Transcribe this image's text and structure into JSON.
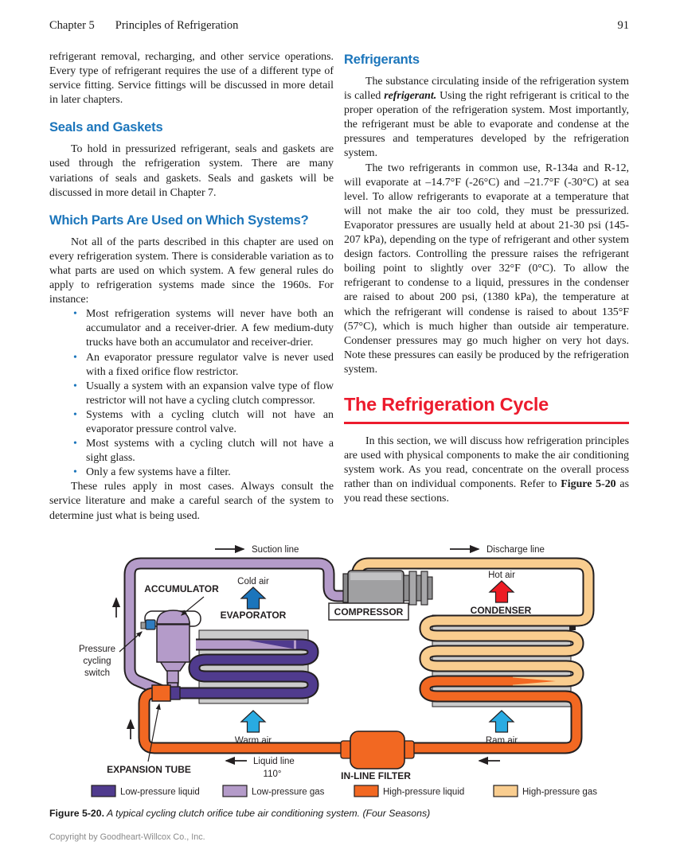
{
  "header": {
    "chapter": "Chapter 5",
    "title": "Principles of Refrigeration",
    "page_number": "91"
  },
  "left_column": {
    "continuation": "refrigerant removal, recharging, and other service operations. Every type of refrigerant requires the use of a different type of service fitting. Service fittings will be discussed in more detail in later chapters.",
    "seals": {
      "heading": "Seals and Gaskets",
      "body": "To hold in pressurized refrigerant, seals and gaskets are used through the refrigeration system. There are many variations of seals and gaskets. Seals and gaskets will be discussed in more detail in Chapter 7."
    },
    "which_parts": {
      "heading": "Which Parts Are Used on Which Systems?",
      "intro": "Not all of the parts described in this chapter are used on every refrigeration system. There is considerable variation as to what parts are used on which system. A few general rules do apply to refrigeration systems made since the 1960s. For instance:",
      "bullets": [
        "Most refrigeration systems will never have both an accumulator and a receiver-drier. A few medium-duty trucks have both an accumulator and receiver-drier.",
        "An evaporator pressure regulator valve is never used with a fixed orifice flow restrictor.",
        "Usually a system with an expansion valve type of flow restrictor will not have a cycling clutch compressor.",
        "Systems with a cycling clutch will not have an evaporator pressure control valve.",
        "Most systems with a cycling clutch will not have a sight glass.",
        "Only a few systems have a filter."
      ],
      "closing": "These rules apply in most cases. Always consult the service literature and make a careful search of the system to determine just what is being used."
    }
  },
  "right_column": {
    "refrigerants": {
      "heading": "Refrigerants",
      "p1_before": "The substance circulating inside of the refrigeration system is called ",
      "p1_term": "refrigerant.",
      "p1_after": " Using the right refrigerant is critical to the proper operation of the refrigeration system. Most importantly, the refrigerant must be able to evaporate and condense at the pressures and temperatures developed by the refrigeration system.",
      "p2": "The two refrigerants in common use, R-134a and R-12, will evaporate at –14.7°F (-26°C) and –21.7°F (-30°C) at sea level. To allow refrigerants to evaporate at a temperature that will not make the air too cold, they must be pressurized. Evaporator pressures are usually held at about 21-30 psi (145-207 kPa), depending on the type of refrigerant and other system design factors. Controlling the pressure raises the refrigerant boiling point to slightly over 32°F (0°C). To allow the refrigerant to condense to a liquid, pressures in the condenser are raised to about 200 psi, (1380 kPa), the temperature at which the refrigerant will condense is raised to about 135°F (57°C), which is much higher than outside air temperature. Condenser pressures may go much higher on very hot days. Note these pressures can easily be produced by the refrigeration system."
    },
    "cycle": {
      "heading": "The Refrigeration Cycle",
      "p_before": "In this section, we will discuss how refrigeration principles are used with physical components to make the air conditioning system work. As you read, concentrate on the overall process rather than on individual components. Refer to ",
      "p_figref": "Figure 5-20",
      "p_after": " as you read these sections."
    }
  },
  "figure": {
    "labels": {
      "suction_line": "Suction line",
      "discharge_line": "Discharge line",
      "accumulator": "ACCUMULATOR",
      "cold_air": "Cold air",
      "evaporator": "EVAPORATOR",
      "compressor": "COMPRESSOR",
      "hot_air": "Hot air",
      "condenser": "CONDENSER",
      "pressure_switch_line1": "Pressure",
      "pressure_switch_line2": "cycling",
      "pressure_switch_line3": "switch",
      "warm_air": "Warm air",
      "ram_air": "Ram air",
      "expansion_tube": "EXPANSION TUBE",
      "liquid_line": "Liquid line",
      "liquid_line_temp": "110°",
      "in_line_filter": "IN-LINE FILTER"
    },
    "legend": [
      {
        "label": "Low-pressure liquid",
        "color": "#503b8e"
      },
      {
        "label": "Low-pressure gas",
        "color": "#b49bc9"
      },
      {
        "label": "High-pressure liquid",
        "color": "#f26822"
      },
      {
        "label": "High-pressure gas",
        "color": "#f9cd8f"
      }
    ],
    "caption_label": "Figure 5-20.",
    "caption_text": " A typical cycling clutch orifice tube air conditioning system. (Four Seasons)"
  },
  "footer": {
    "copyright": "Copyright by Goodheart-Willcox Co., Inc."
  },
  "colors": {
    "heading_blue": "#1b75bb",
    "heading_red": "#ec1b2d",
    "cold_air_arrow": "#1b75bc",
    "hot_air_arrow": "#ed1c24",
    "ambient_air_arrow": "#29abe2"
  }
}
